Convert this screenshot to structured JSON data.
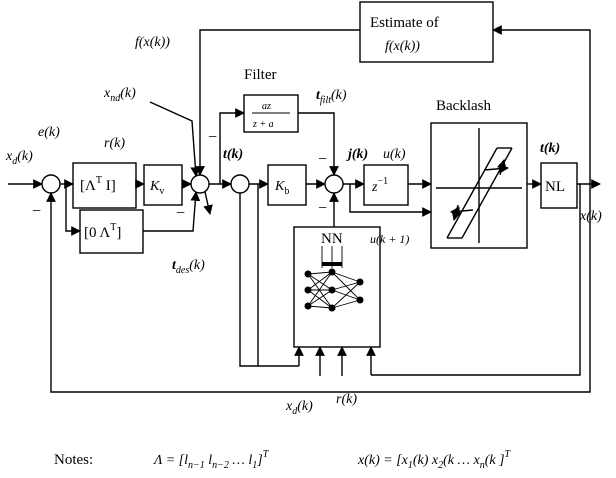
{
  "blocks": {
    "estimate_line1": "Estimate of",
    "estimate_line2": "f(x(k))",
    "filter_title": "Filter",
    "filter_num": "az",
    "filter_den": "z + a",
    "lambda_i": "[Λ",
    "lambda_i_sup": "T",
    "lambda_i_tail": " I]",
    "kv": "K",
    "kv_sub": "v",
    "zero_lambda": "[0  Λ",
    "zero_lambda_sup": "T",
    "zero_lambda_tail": "]",
    "kb": "K",
    "kb_sub": "b",
    "delay": "z",
    "delay_sup": "−1",
    "backlash_title": "Backlash",
    "nl": "NL",
    "nn": "NN"
  },
  "signals": {
    "xd": "x",
    "xd_sub": "d",
    "xd_arg": "(k)",
    "e": "e(k)",
    "r": "r(k)",
    "fhat": "f(x(k))",
    "xnd": "x",
    "xnd_sub": "nd",
    "xnd_arg": "(k)",
    "tfilt": "t",
    "tfilt_sub": "filt",
    "tfilt_arg": "(k)",
    "ttilde": "t(k)",
    "j": "j(k)",
    "uhat": "u(k)",
    "t_out": "t(k)",
    "xbar": "x(k)",
    "tdes": "t",
    "tdes_sub": "des",
    "tdes_arg": "(k)",
    "uhat_next": "u(k + 1)",
    "nn_in_xd": "x",
    "nn_in_xd_sub": "d",
    "nn_in_xd_arg": "(k)",
    "nn_in_r": "r(k)",
    "minus": "−"
  },
  "notes": {
    "label": "Notes:",
    "lambda_eq": "Λ = [l",
    "lambda_eq_s1": "n−1",
    "lambda_eq_mid": "  l",
    "lambda_eq_s2": "n−2",
    "lambda_eq_dots": " …  l",
    "lambda_eq_s3": "1",
    "lambda_eq_end": "]",
    "lambda_eq_T": "T",
    "xbar_eq": "x(k) = [x",
    "xbar_eq_s1": "1",
    "xbar_eq_a1": "(k)  x",
    "xbar_eq_s2": "2",
    "xbar_eq_a2": "(k  …  x",
    "xbar_eq_s3": "n",
    "xbar_eq_a3": "(k ]",
    "xbar_eq_T": "T"
  }
}
